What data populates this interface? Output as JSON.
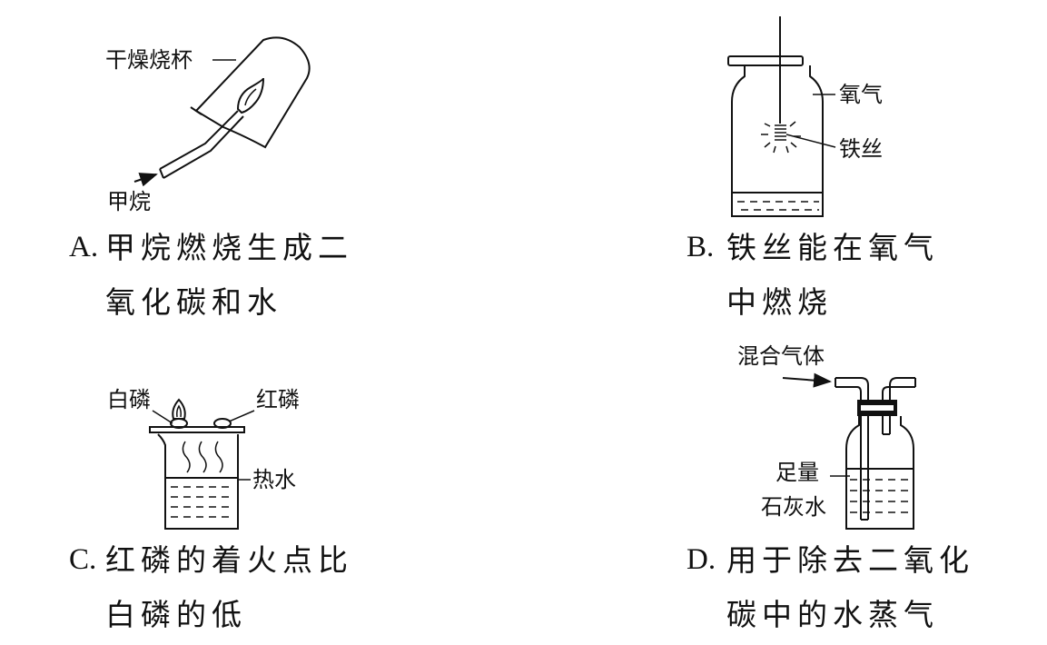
{
  "panels": {
    "a": {
      "letter": "A.",
      "caption_line1": "甲烷燃烧生成二",
      "caption_line2": "氧化碳和水",
      "label_beaker": "干燥烧杯",
      "label_gas": "甲烷"
    },
    "b": {
      "letter": "B.",
      "caption_line1": "铁丝能在氧气",
      "caption_line2": "中燃烧",
      "label_oxygen": "氧气",
      "label_wire": "铁丝"
    },
    "c": {
      "letter": "C.",
      "caption_line1": "红磷的着火点比",
      "caption_line2": "白磷的低",
      "label_white_p": "白磷",
      "label_red_p": "红磷",
      "label_water": "热水"
    },
    "d": {
      "letter": "D.",
      "caption_line1": "用于除去二氧化",
      "caption_line2": "碳中的水蒸气",
      "label_gas_mix": "混合气体",
      "label_lime_1": "足量",
      "label_lime_2": "石灰水"
    }
  }
}
